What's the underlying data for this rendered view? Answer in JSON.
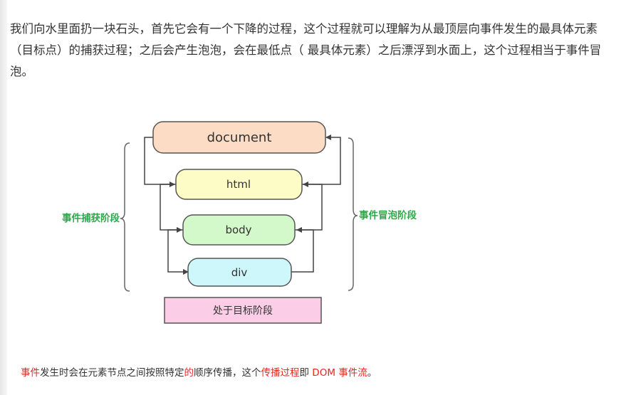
{
  "intro_text": "我们向水里面扔一块石头，首先它会有一个下降的过程，这个过程就可以理解为从最顶层向事件发生的最具体元素（目标点）的捕获过程；之后会产生泡泡，会在最低点（ 最具体元素）之后漂浮到水面上，这个过程相当于事件冒泡。",
  "diagram": {
    "nodes": {
      "document": "document",
      "html": "html",
      "body": "body",
      "div": "div"
    },
    "capture_label": "事件捕获阶段",
    "bubble_label": "事件冒泡阶段",
    "target_label": "处于目标阶段",
    "colors": {
      "document_fill": "#fcdcc4",
      "html_fill": "#fdfbc6",
      "body_fill": "#d3f8c9",
      "div_fill": "#cdf7fb",
      "target_fill": "#fbcde6",
      "phase_label": "#2ea84a"
    }
  },
  "footer": {
    "part1": "事件",
    "part2": "发生时会在元素节点之间按照特定",
    "part3": "的",
    "part4": "顺序传播，这个",
    "part5": "传播过程",
    "part6": "即 ",
    "part7": "DOM 事件流",
    "part8": "。"
  }
}
